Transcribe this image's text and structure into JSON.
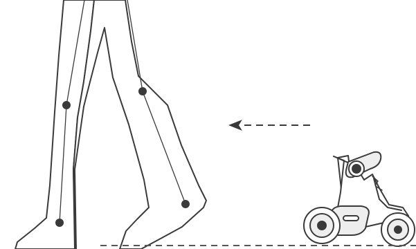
{
  "illustration": {
    "subject": "legs-walking-with-wheeled-robot",
    "line_color": "#3a3a3a",
    "fill_color": "#ffffff",
    "joint_marker_color": "#3a3a3a",
    "robot_shade_color": "#eeeeee",
    "arrow_direction": "left",
    "ground_line_style": "dashed",
    "icons": [
      "legs",
      "joint-marker",
      "motion-arrow",
      "wheeled-robot",
      "wheel",
      "ground-line"
    ]
  }
}
